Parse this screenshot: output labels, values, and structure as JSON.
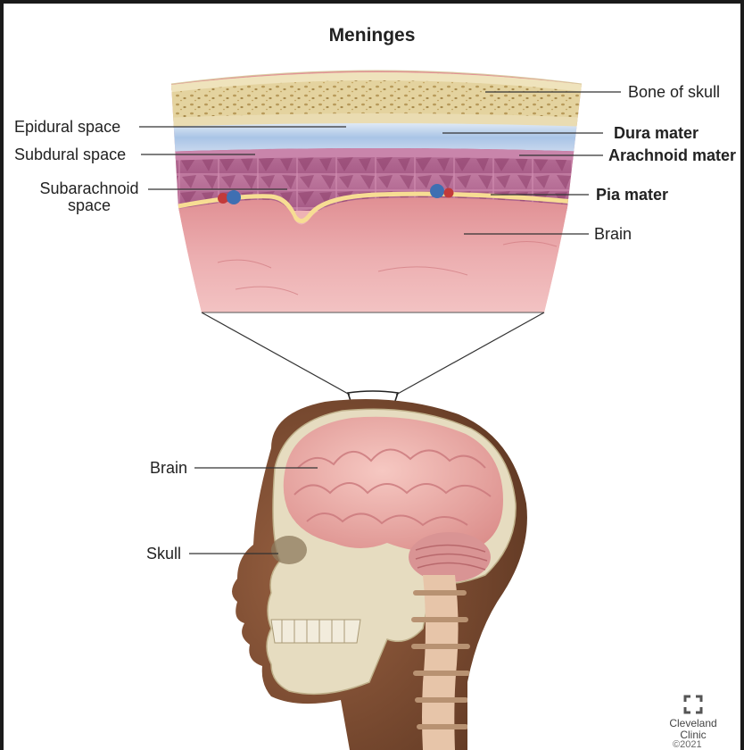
{
  "title": "Meninges",
  "labels": {
    "bone_of_skull": "Bone of skull",
    "epidural_space": "Epidural space",
    "dura_mater": "Dura mater",
    "subdural_space": "Subdural space",
    "arachnoid_mater": "Arachnoid mater",
    "subarachnoid_line1": "Subarachnoid",
    "subarachnoid_line2": "space",
    "pia_mater": "Pia mater",
    "brain_detail": "Brain",
    "brain_head": "Brain",
    "skull": "Skull"
  },
  "logo": {
    "line1": "Cleveland",
    "line2": "Clinic",
    "copyright": "©2021"
  },
  "colors": {
    "bone": "#e9dcae",
    "dura": "#bcd3ea",
    "arachnoid": "#b66a93",
    "pia": "#f5d98a",
    "brain": "#e9a2a4",
    "skin": "#7a4a30"
  }
}
